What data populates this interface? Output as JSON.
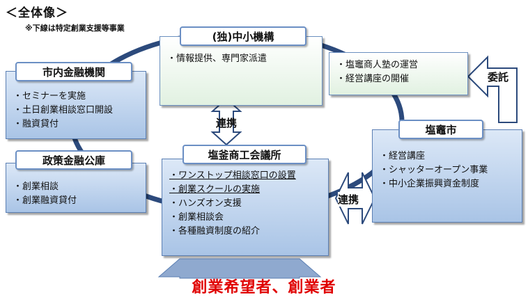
{
  "heading": "＜全体像＞",
  "note": "※下線は特定創業支援等事業",
  "dokusho": {
    "title": "(独)中小機構",
    "items": [
      "・情報提供、専門家派遣"
    ],
    "right_items": [
      "・塩竈商人塾の運営",
      "・経営講座の開催"
    ]
  },
  "shinai": {
    "title": "市内金融機関",
    "items": [
      "・セミナーを実施",
      "・土日創業相談窓口開設",
      "・融資貸付"
    ]
  },
  "seisaku": {
    "title": "政策金融公庫",
    "items": [
      "・創業相談",
      "・創業融資貸付"
    ]
  },
  "shokokai": {
    "title": "塩釜商工会議所",
    "items": [
      "・ワンストップ相談窓口の設置",
      "・創業スクールの実施",
      "・ハンズオン支援",
      "・創業相談会",
      "・各種融資制度の紹介"
    ]
  },
  "shiogama": {
    "title": "塩竈市",
    "items": [
      "・経営講座",
      "・シャッターオープン事業",
      "・中小企業振興資金制度"
    ]
  },
  "arrows": {
    "renkei_center": "連携",
    "renkei_right": "連携",
    "itaku": "委託"
  },
  "bottom": "創業希望者、創業者",
  "colors": {
    "ring": "#2c4a7c",
    "box_border": "#5b7fb3",
    "accent_red": "#e00000"
  }
}
